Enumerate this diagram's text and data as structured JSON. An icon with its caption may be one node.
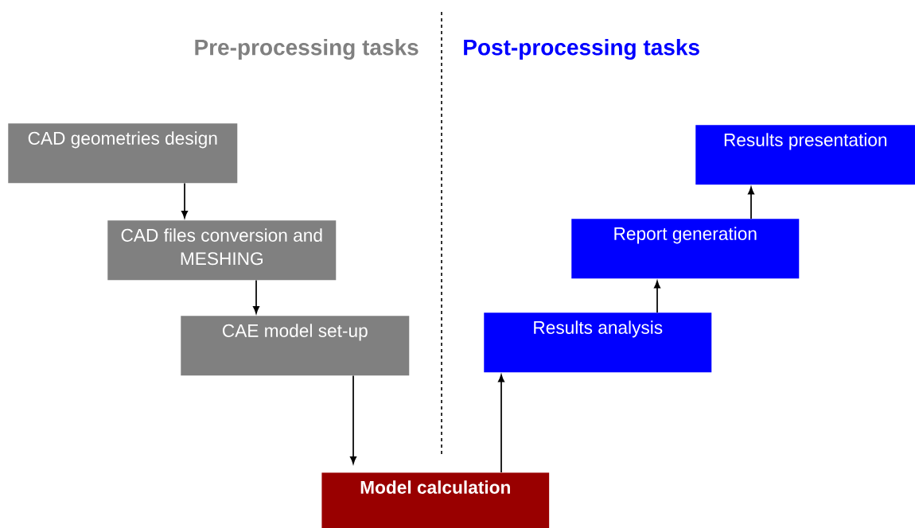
{
  "diagram": {
    "nodes": [
      {
        "text": [
          "CAD geometries design"
        ]
      },
      {
        "text": [
          "CAD files conversion and MESHING"
        ]
      },
      {
        "text": [
          "CAE model set-up"
        ]
      },
      {
        "text": [
          "Model calculation"
        ]
      },
      {
        "text": [
          "Results analysis"
        ]
      },
      {
        "text": [
          "Report generation"
        ]
      },
      {
        "text": [
          "Results presentation"
        ]
      }
    ],
    "edges": [
      {
        "from": 0,
        "to": 1,
        "arrow": "to"
      },
      {
        "from": 1,
        "to": 2,
        "arrow": "to"
      },
      {
        "from": 2,
        "to": 3,
        "arrow": "to"
      },
      {
        "from": 3,
        "to": 4,
        "arrow": "to"
      },
      {
        "from": 4,
        "to": 5,
        "arrow": "to"
      },
      {
        "from": 5,
        "to": 6,
        "arrow": "to"
      }
    ],
    "labels": [
      "Pre-processing tasks",
      "Post-processing tasks"
    ]
  }
}
